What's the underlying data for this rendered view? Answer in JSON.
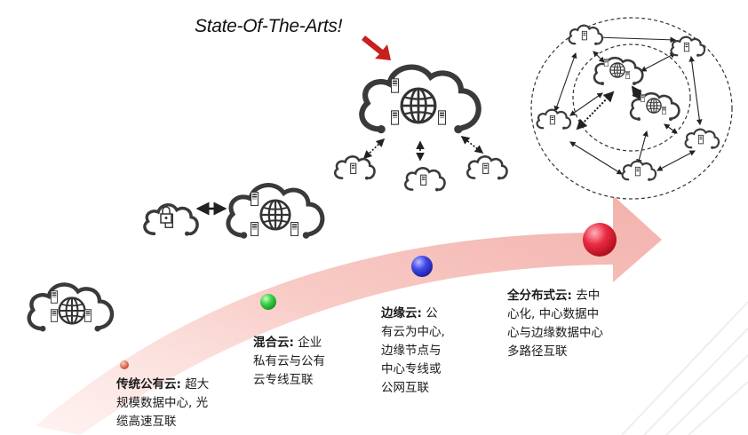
{
  "headline": "State-Of-The-Arts!",
  "stages": [
    {
      "title": "传统公有云:",
      "lines": [
        "超大",
        "规模数据中心, 光",
        "缆高速互联"
      ],
      "dot_color": "#e98770"
    },
    {
      "title": "混合云:",
      "lines": [
        "企业",
        "私有云与公有",
        "云专线互联"
      ],
      "dot_color": "#3fd24b"
    },
    {
      "title": "边缘云:",
      "lines": [
        "公",
        "有云为中心,",
        "边缘节点与",
        "中心专线或",
        "公网互联"
      ],
      "dot_color": "#3f49e8"
    },
    {
      "title": "全分布式云:",
      "lines": [
        "去中",
        "心化, 中心数据中",
        "心与边缘数据中心",
        "多路径互联"
      ],
      "dot_color": "#e5213a"
    }
  ],
  "colors": {
    "arrow": "#f7c9c4",
    "cloud_stroke": "#3a3a3a",
    "pointer_arrow": "#c81f1f"
  }
}
